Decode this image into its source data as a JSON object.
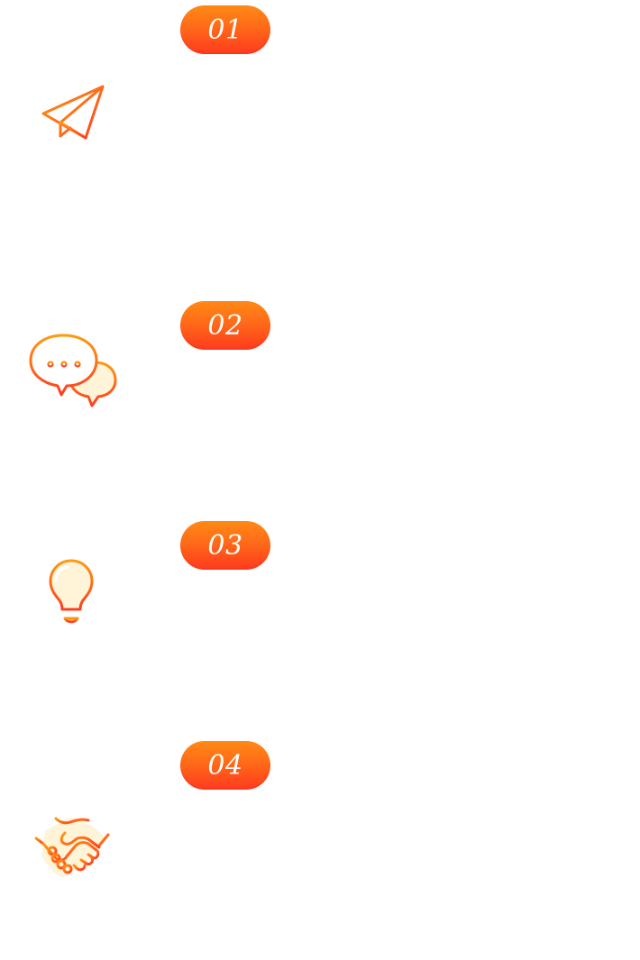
{
  "steps": [
    {
      "number": "01",
      "icon": "paper-plane-icon"
    },
    {
      "number": "02",
      "icon": "chat-bubbles-icon"
    },
    {
      "number": "03",
      "icon": "lightbulb-icon"
    },
    {
      "number": "04",
      "icon": "handshake-icon"
    }
  ],
  "colors": {
    "accent_start": "#ff8a16",
    "accent_end": "#ff3a1f",
    "icon_fill": "#fff4d8",
    "background": "#ffffff"
  }
}
